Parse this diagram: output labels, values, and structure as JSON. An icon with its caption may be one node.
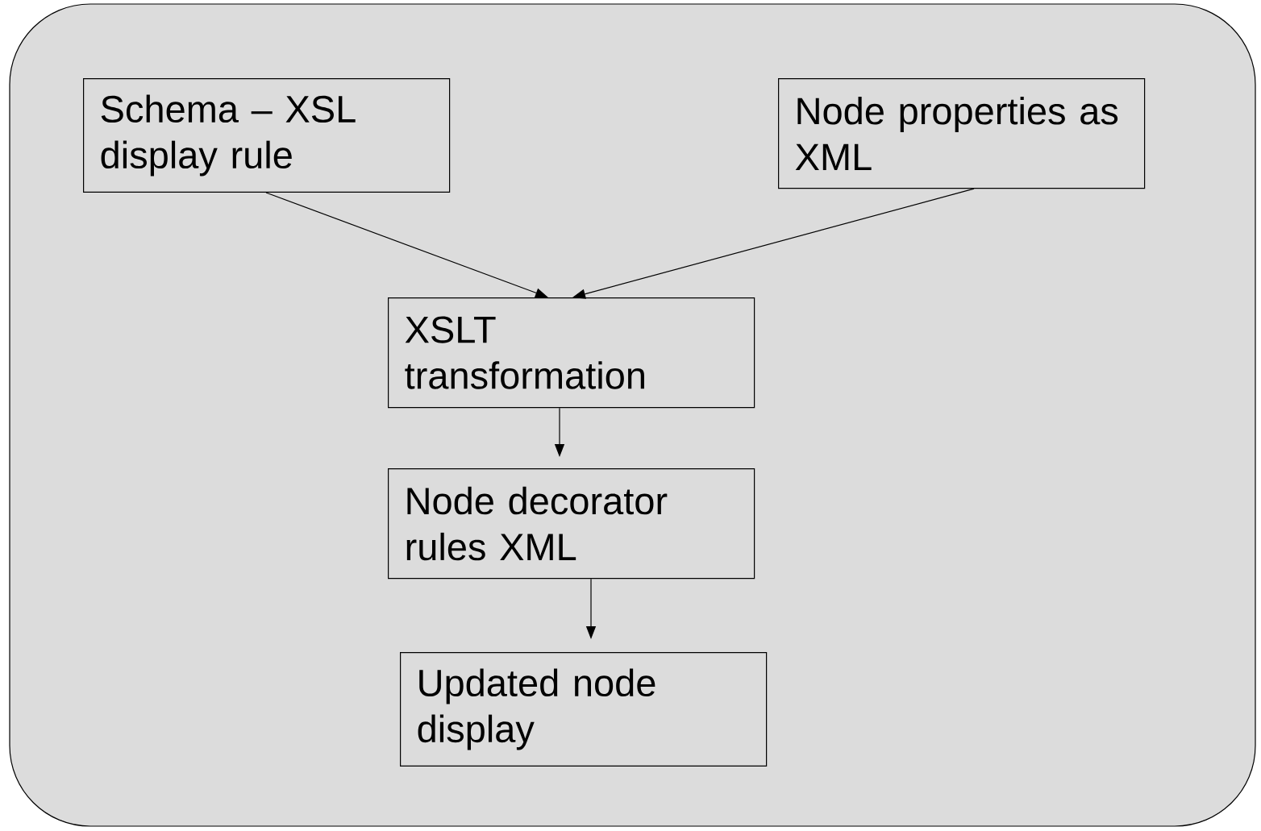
{
  "diagram": {
    "nodes": [
      {
        "text": [
          "Schema – XSL display rule"
        ]
      },
      {
        "text": [
          "Node properties as XML"
        ]
      },
      {
        "text": [
          "XSLT transformation"
        ]
      },
      {
        "text": [
          "Node decorator rules XML"
        ]
      },
      {
        "text": [
          "Updated node display"
        ]
      }
    ],
    "edges": [
      {
        "from": 0,
        "to": 2,
        "arrow": "to"
      },
      {
        "from": 1,
        "to": 2,
        "arrow": "to"
      },
      {
        "from": 2,
        "to": 3,
        "arrow": "to"
      },
      {
        "from": 3,
        "to": 4,
        "arrow": "to"
      }
    ]
  }
}
